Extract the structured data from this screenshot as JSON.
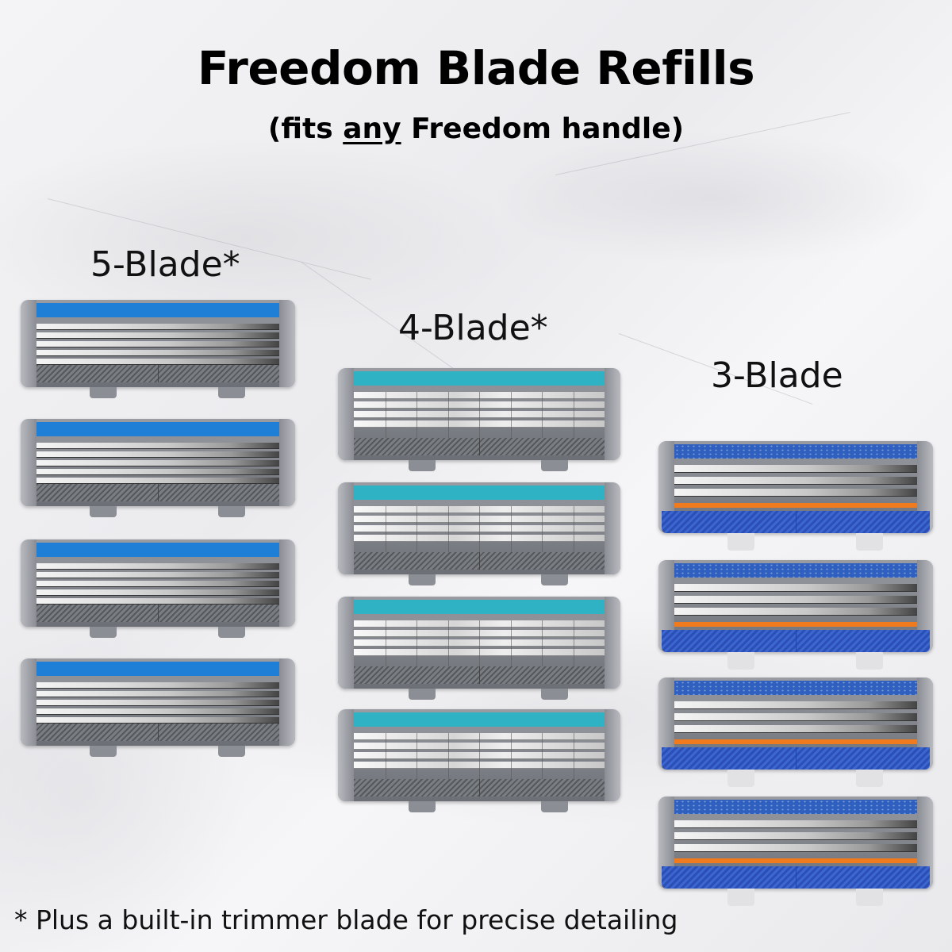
{
  "header": {
    "title": "Freedom Blade Refills",
    "subtitle_prefix": "(fits ",
    "subtitle_emphasis": "any",
    "subtitle_suffix": " Freedom handle)"
  },
  "columns": [
    {
      "label": "5-Blade*",
      "count": 4,
      "strip_color": "#1f7fd6",
      "blade_count": 5
    },
    {
      "label": "4-Blade*",
      "count": 4,
      "strip_color": "#2fb3c4",
      "blade_count": 4
    },
    {
      "label": "3-Blade",
      "count": 4,
      "strip_color": "#2f5fbf",
      "blade_count": 3,
      "guard_color": "#2b4fb5",
      "lube_color": "#f07a1e"
    }
  ],
  "footnote": "* Plus a built-in trimmer blade for precise detailing",
  "colors": {
    "text": "#000000",
    "background": "#f1f1f3",
    "handle_gray": "#80838a"
  }
}
